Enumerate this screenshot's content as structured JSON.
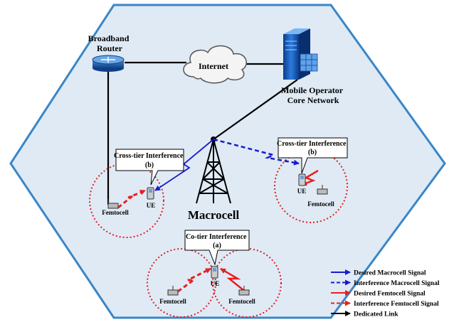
{
  "nodes": {
    "router": {
      "line1": "Broadband",
      "line2": "Router"
    },
    "internet": "Internet",
    "core": {
      "line1": "Mobile Operator",
      "line2": "Core Network"
    },
    "macrocell": "Macrocell",
    "femtocell": "Femtocell",
    "ue": "UE"
  },
  "callouts": {
    "cross_left": {
      "line1": "Cross-tier Interference",
      "line2": "(b)"
    },
    "cross_right": {
      "line1": "Cross-tier Interference",
      "line2": "(b)"
    },
    "co_tier": {
      "line1": "Co-tier Interference",
      "line2": "(a)"
    }
  },
  "legend": [
    {
      "label": "Desired Macrocell Signal",
      "color": "#1a1acc",
      "style": "solid"
    },
    {
      "label": "Interference Macrocell Signal",
      "color": "#1a1acc",
      "style": "dashed"
    },
    {
      "label": "Desired Femtocell Signal",
      "color": "#e82020",
      "style": "solid"
    },
    {
      "label": "Interference Femtocell Signal",
      "color": "#e82020",
      "style": "dashed"
    },
    {
      "label": "Dedicated Link",
      "color": "#000000",
      "style": "solid"
    }
  ],
  "colors": {
    "hexagon_fill": "#dfeaf5",
    "hexagon_stroke": "#3a86c8",
    "femto_circle": "#e02020"
  }
}
